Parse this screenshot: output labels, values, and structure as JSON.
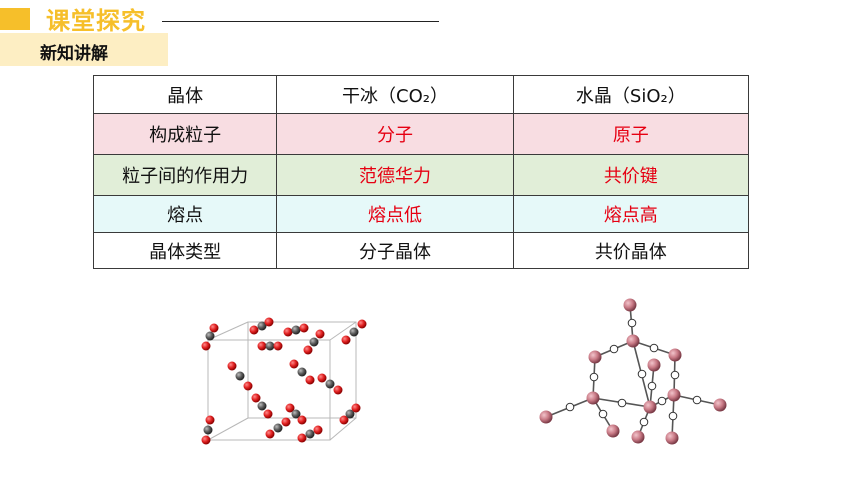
{
  "header": {
    "section_title": "课堂探究",
    "subtitle": "新知讲解"
  },
  "table": {
    "headers": [
      "晶体",
      "干冰（CO₂）",
      "水晶（SiO₂）"
    ],
    "rows": [
      [
        "构成粒子",
        "分子",
        "原子"
      ],
      [
        "粒子间的作用力",
        "范德华力",
        "共价键"
      ],
      [
        "熔点",
        "熔点低",
        "熔点高"
      ],
      [
        "晶体类型",
        "分子晶体",
        "共价晶体"
      ]
    ]
  },
  "colors": {
    "accent": "#f6bf2a",
    "answer_red": "#e60012",
    "row_pink": "#f8dde2",
    "row_green": "#e1eed8",
    "row_cyan": "#e6f9f9",
    "oxygen_red": "#e02020",
    "carbon_gray": "#555555",
    "silicon_pink": "#c97a86"
  },
  "figures": [
    "dry-ice-co2-crystal-structure",
    "quartz-sio2-crystal-structure"
  ]
}
